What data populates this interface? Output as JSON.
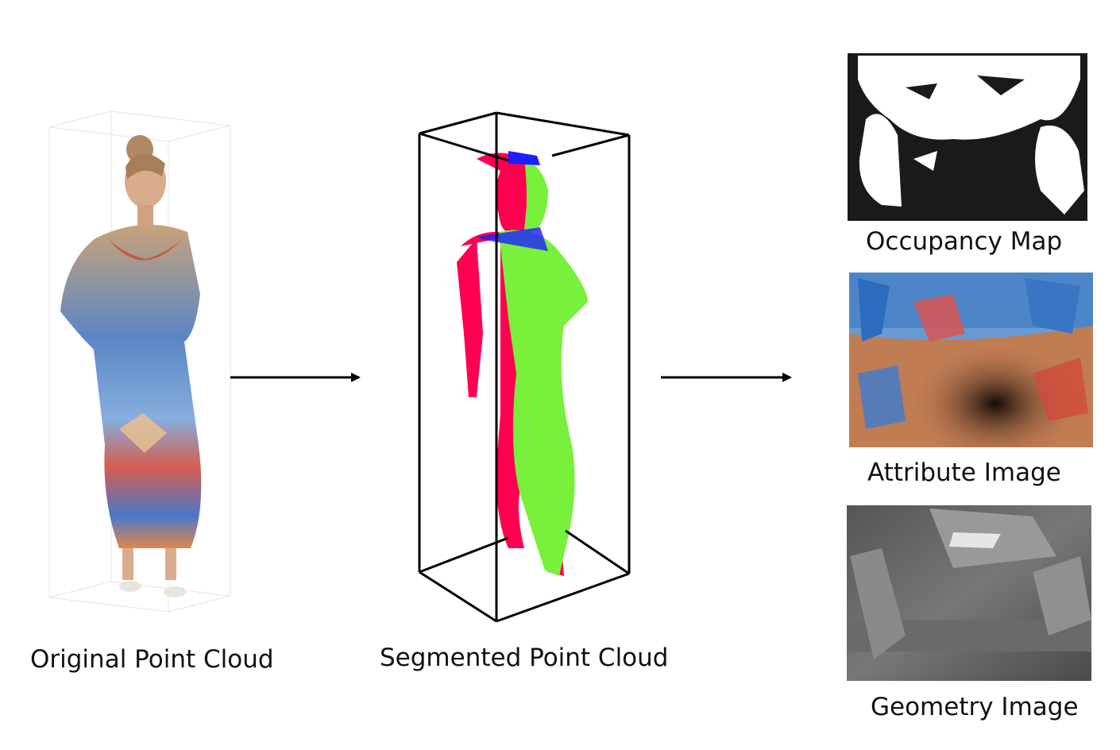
{
  "captions": {
    "original": "Original Point Cloud",
    "segmented": "Segmented Point Cloud",
    "occupancy": "Occupancy Map",
    "attribute": "Attribute Image",
    "geometry": "Geometry Image"
  },
  "colors": {
    "segment_red": "#ff0050",
    "segment_green": "#78f03c",
    "segment_blue": "#1e1eff",
    "arrow": "#000000"
  }
}
